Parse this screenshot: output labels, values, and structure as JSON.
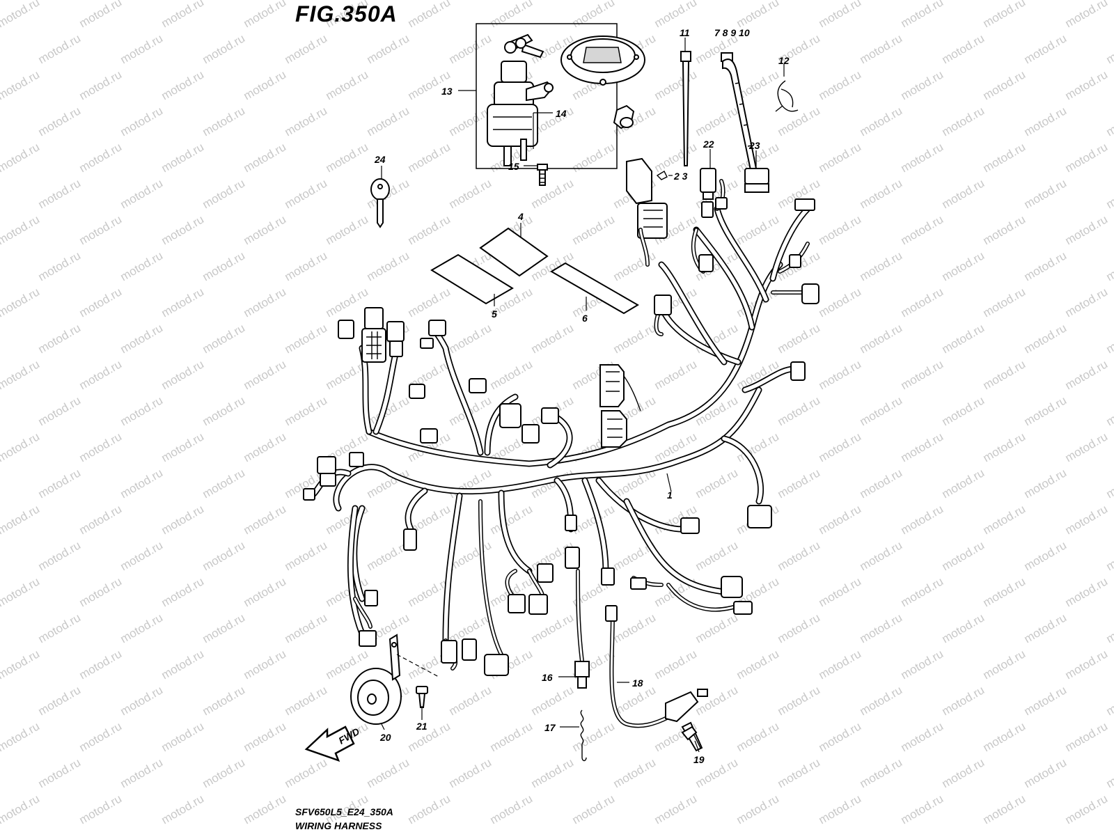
{
  "figure_title": "FIG.350A",
  "model_code": "SFV650L5_E24_350A",
  "diagram_name": "WIRING HARNESS",
  "fwd_label": "FWD",
  "watermark_text": "motod.ru",
  "callouts": {
    "c1": "1",
    "c2_3": "2 3",
    "c4": "4",
    "c5": "5",
    "c6": "6",
    "c7_10": "7 8 9 10",
    "c11": "11",
    "c12": "12",
    "c13": "13",
    "c14": "14",
    "c15": "15",
    "c16": "16",
    "c17": "17",
    "c18": "18",
    "c19": "19",
    "c20": "20",
    "c21": "21",
    "c22": "22",
    "c23": "23",
    "c24": "24"
  }
}
